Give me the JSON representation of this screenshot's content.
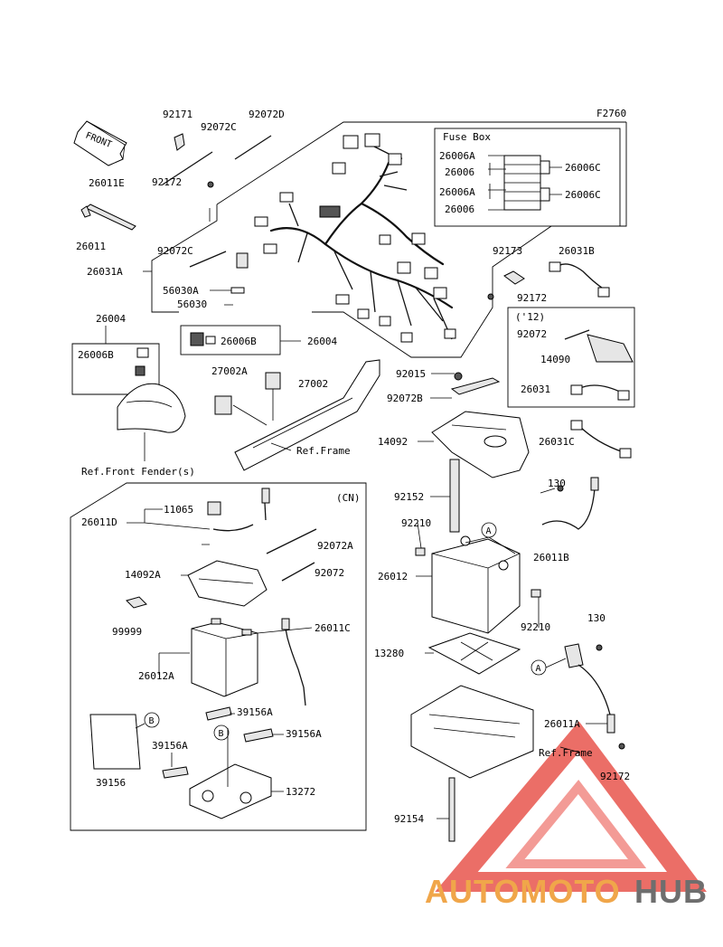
{
  "figure_code": "F2760",
  "front_arrow_label": "FRONT",
  "fuse_box_title": "Fuse Box",
  "variant_12_label": "('12)",
  "cn_label": "(CN)",
  "callouts": {
    "A": "A",
    "B": "B"
  },
  "parts": {
    "p92171": "92171",
    "p92072C_top": "92072C",
    "p92072D": "92072D",
    "p92172_top": "92172",
    "p26011E": "26011E",
    "p26011": "26011",
    "p92072C_mid": "92072C",
    "p26031A": "26031A",
    "p56030A": "56030A",
    "p56030": "56030",
    "p26004_main": "26004",
    "p26006B_main": "26006B",
    "p26004_left": "26004",
    "p26006B_left": "26006B",
    "p27002A": "27002A",
    "p27002": "27002",
    "ref_frame_1": "Ref.Frame",
    "ref_front_fender": "Ref.Front Fender(s)",
    "p26006A_1": "26006A",
    "p26006_1": "26006",
    "p26006A_2": "26006A",
    "p26006_2": "26006",
    "p26006C_1": "26006C",
    "p26006C_2": "26006C",
    "p92173": "92173",
    "p26031B": "26031B",
    "p92172_right": "92172",
    "p92072": "92072",
    "p14090": "14090",
    "p26031": "26031",
    "p92015": "92015",
    "p92072B": "92072B",
    "p14092": "14092",
    "p26031C": "26031C",
    "p92152": "92152",
    "p130_top": "130",
    "p26011B": "26011B",
    "p92210_top": "92210",
    "p26012": "26012",
    "p92210_bot": "92210",
    "p130_bot": "130",
    "p13280": "13280",
    "p26011A": "26011A",
    "ref_frame_2": "Ref.Frame",
    "p92172_bot": "92172",
    "p92154": "92154",
    "p26011D": "26011D",
    "p11065": "11065",
    "p92072A_cn": "92072A",
    "p14092A": "14092A",
    "p92072_cn": "92072",
    "p99999": "99999",
    "p26011C": "26011C",
    "p26012A": "26012A",
    "p39156A_1": "39156A",
    "p39156A_2": "39156A",
    "p39156A_3": "39156A",
    "p39156": "39156",
    "p13272": "13272"
  },
  "watermark": {
    "part1": "AUTOMOTO",
    "part2": "HUB",
    "color_orange": "#f0a64a",
    "color_gray": "#6e6e6e",
    "color_red": "#e23a3a"
  }
}
